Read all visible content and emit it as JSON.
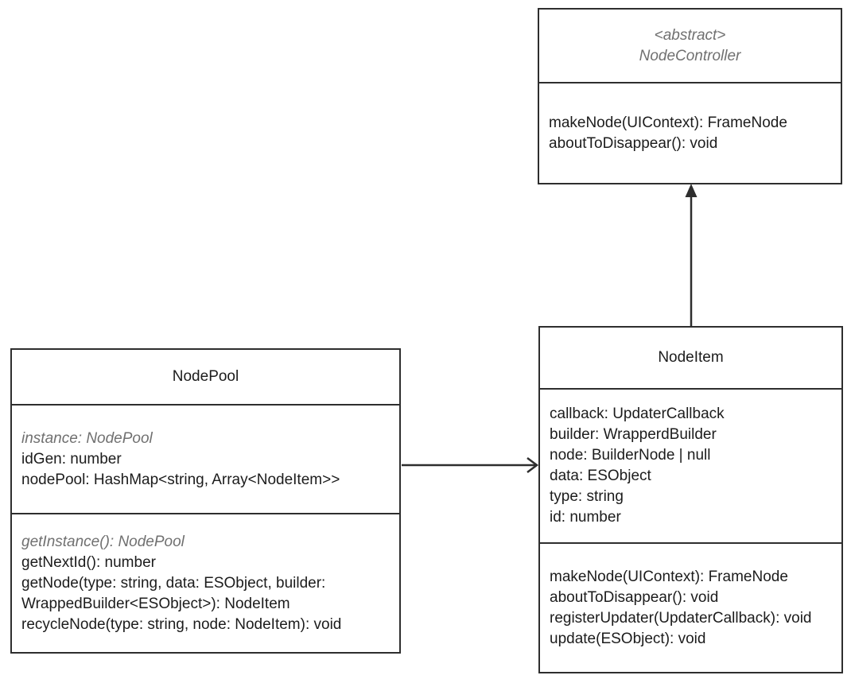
{
  "colors": {
    "border": "#2e2e2e",
    "text": "#1c1c1c",
    "muted_member": "#707070",
    "background": "#ffffff"
  },
  "node_controller": {
    "stereotype": "<abstract>",
    "name": "NodeController",
    "methods": [
      "makeNode(UIContext): FrameNode",
      "aboutToDisappear(): void"
    ]
  },
  "node_pool": {
    "name": "NodePool",
    "attribute_static": "instance: NodePool",
    "attributes": [
      "idGen: number",
      "nodePool: HashMap<string, Array<NodeItem>>"
    ],
    "method_static": "getInstance(): NodePool",
    "methods": [
      "getNextId(): number",
      "getNode(type: string, data: ESObject, builder: WrappedBuilder<ESObject>): NodeItem",
      "recycleNode(type: string, node: NodeItem): void"
    ]
  },
  "node_item": {
    "name": "NodeItem",
    "attributes": [
      "callback: UpdaterCallback",
      "builder: WrapperdBuilder",
      "node: BuilderNode | null",
      "data: ESObject",
      "type: string",
      "id: number"
    ],
    "methods": [
      "makeNode(UIContext): FrameNode",
      "aboutToDisappear(): void",
      "registerUpdater(UpdaterCallback): void",
      "update(ESObject): void"
    ]
  },
  "relations": [
    {
      "from": "NodeItem",
      "to": "NodeController",
      "type": "inheritance"
    },
    {
      "from": "NodePool",
      "to": "NodeItem",
      "type": "association"
    }
  ]
}
